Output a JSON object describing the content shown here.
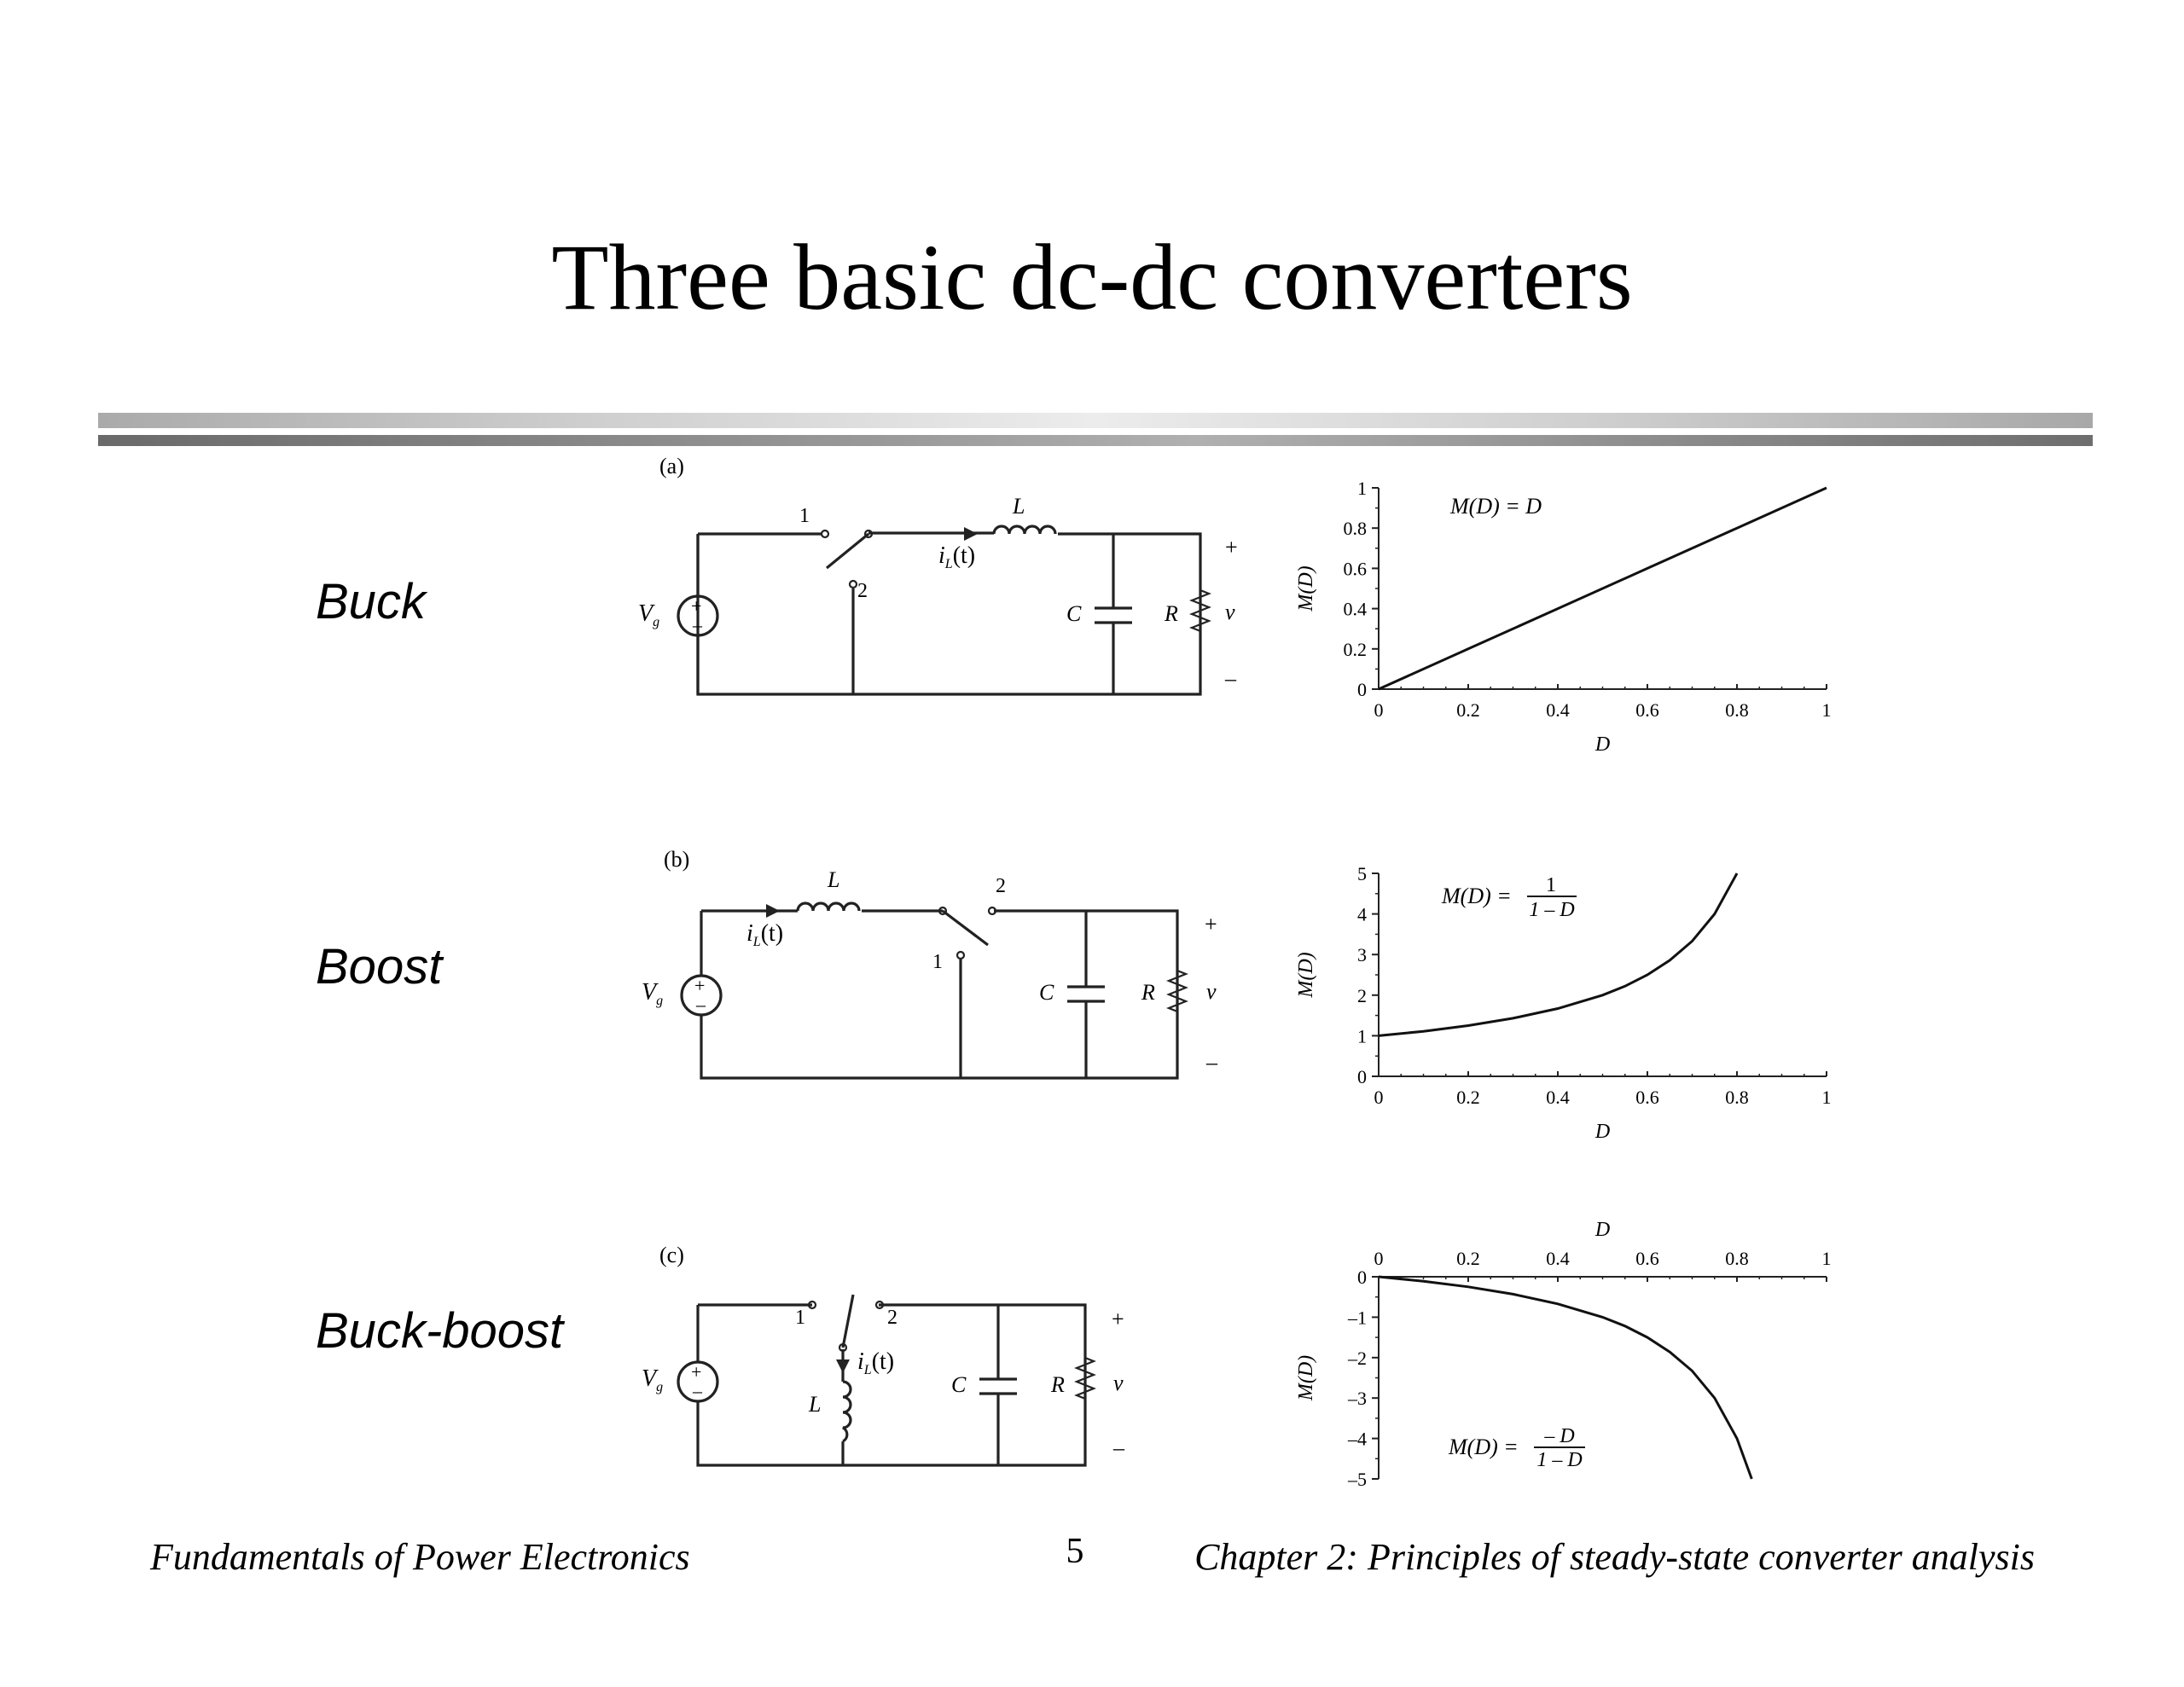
{
  "slide": {
    "title": "Three basic dc-dc converters",
    "footer_left": "Fundamentals of Power Electronics",
    "page_number": "5",
    "footer_right": "Chapter 2: Principles of steady-state converter analysis"
  },
  "rows": [
    {
      "label": "Buck",
      "circuit": {
        "tag": "(a)",
        "source": "V",
        "source_sub": "g",
        "inductor": "L",
        "current": "i",
        "current_sub": "L",
        "current_arg": "(t)",
        "capacitor": "C",
        "resistor": "R",
        "output": "v",
        "plus": "+",
        "minus": "–",
        "switch_pos_1": "1",
        "switch_pos_2": "2"
      }
    },
    {
      "label": "Boost",
      "circuit": {
        "tag": "(b)",
        "source": "V",
        "source_sub": "g",
        "inductor": "L",
        "current": "i",
        "current_sub": "L",
        "current_arg": "(t)",
        "capacitor": "C",
        "resistor": "R",
        "output": "v",
        "plus": "+",
        "minus": "–",
        "switch_pos_1": "1",
        "switch_pos_2": "2"
      }
    },
    {
      "label": "Buck-boost",
      "circuit": {
        "tag": "(c)",
        "source": "V",
        "source_sub": "g",
        "inductor": "L",
        "current": "i",
        "current_sub": "L",
        "current_arg": "(t)",
        "capacitor": "C",
        "resistor": "R",
        "output": "v",
        "plus": "+",
        "minus": "–",
        "switch_pos_1": "1",
        "switch_pos_2": "2"
      }
    }
  ],
  "chart_data": [
    {
      "type": "line",
      "xlabel": "D",
      "ylabel": "M(D)",
      "xlim": [
        0,
        1
      ],
      "ylim": [
        0,
        1
      ],
      "xticks": [
        0,
        0.2,
        0.4,
        0.6,
        0.8,
        1
      ],
      "xtick_labels": [
        "0",
        "0.2",
        "0.4",
        "0.6",
        "0.8",
        "1"
      ],
      "yticks": [
        0,
        0.2,
        0.4,
        0.6,
        0.8,
        1
      ],
      "ytick_labels": [
        "0",
        "0.2",
        "0.4",
        "0.6",
        "0.8",
        "1"
      ],
      "annotation": "M(D) = D",
      "x": [
        0,
        0.2,
        0.4,
        0.6,
        0.8,
        1
      ],
      "y": [
        0,
        0.2,
        0.4,
        0.6,
        0.8,
        1
      ]
    },
    {
      "type": "line",
      "xlabel": "D",
      "ylabel": "M(D)",
      "xlim": [
        0,
        1
      ],
      "ylim": [
        0,
        5
      ],
      "xticks": [
        0,
        0.2,
        0.4,
        0.6,
        0.8,
        1
      ],
      "xtick_labels": [
        "0",
        "0.2",
        "0.4",
        "0.6",
        "0.8",
        "1"
      ],
      "yticks": [
        0,
        1,
        2,
        3,
        4,
        5
      ],
      "ytick_labels": [
        "0",
        "1",
        "2",
        "3",
        "4",
        "5"
      ],
      "annotation": {
        "lhs": "M(D) =",
        "num": "1",
        "den": "1 – D"
      },
      "x": [
        0,
        0.1,
        0.2,
        0.3,
        0.4,
        0.5,
        0.55,
        0.6,
        0.65,
        0.7,
        0.75,
        0.8
      ],
      "y": [
        1,
        1.11,
        1.25,
        1.43,
        1.67,
        2,
        2.22,
        2.5,
        2.86,
        3.33,
        4,
        5
      ]
    },
    {
      "type": "line",
      "xlabel": "D",
      "ylabel": "M(D)",
      "xlim": [
        0,
        1
      ],
      "ylim": [
        -5,
        0
      ],
      "xaxis_position": "top",
      "xticks": [
        0,
        0.2,
        0.4,
        0.6,
        0.8,
        1
      ],
      "xtick_labels": [
        "0",
        "0.2",
        "0.4",
        "0.6",
        "0.8",
        "1"
      ],
      "yticks": [
        0,
        -1,
        -2,
        -3,
        -4,
        -5
      ],
      "ytick_labels": [
        "0",
        "–1",
        "–2",
        "–3",
        "–4",
        "–5"
      ],
      "annotation": {
        "lhs": "M(D) =",
        "num": "– D",
        "den": "1 – D"
      },
      "x": [
        0,
        0.1,
        0.2,
        0.3,
        0.4,
        0.5,
        0.55,
        0.6,
        0.65,
        0.7,
        0.75,
        0.8,
        0.833
      ],
      "y": [
        0,
        -0.11,
        -0.25,
        -0.43,
        -0.67,
        -1,
        -1.22,
        -1.5,
        -1.86,
        -2.33,
        -3,
        -4,
        -5
      ]
    }
  ]
}
